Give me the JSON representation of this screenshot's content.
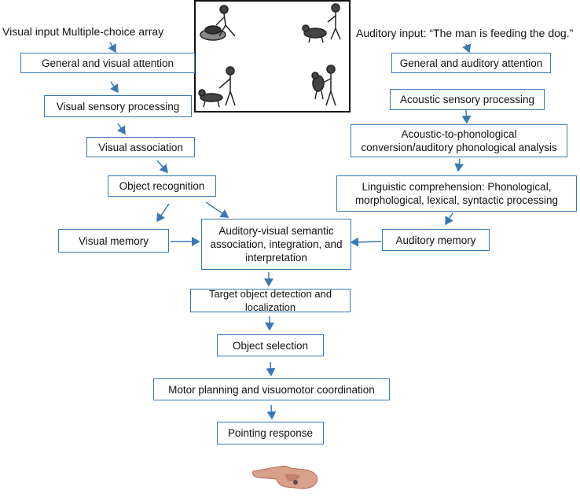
{
  "left_input_label": "Visual input Multiple-choice array",
  "right_input_label": "Auditory input: “The man is feeding the dog.”",
  "boxes": {
    "general_visual_attention": "General and visual attention",
    "visual_sensory_processing": "Visual sensory processing",
    "visual_association": "Visual association",
    "object_recognition": "Object recognition",
    "visual_memory": "Visual memory",
    "general_auditory_attention": "General and auditory attention",
    "acoustic_sensory_processing": "Acoustic sensory processing",
    "acoustic_phonological_1": "Acoustic-to-phonological",
    "acoustic_phonological_2": "conversion/auditory phonological analysis",
    "linguistic_1": "Linguistic comprehension: Phonological,",
    "linguistic_2": "morphological, lexical, syntactic processing",
    "auditory_memory": "Auditory memory",
    "integration_1": "Auditory-visual semantic",
    "integration_2": "association, integration, and",
    "integration_3": "interpretation",
    "target_detection": "Target object detection and localization",
    "object_selection": "Object selection",
    "motor_planning": "Motor planning and visuomotor coordination",
    "pointing_response": "Pointing response"
  },
  "colors": {
    "box_border": "#3a78b5",
    "arrow": "#3a78b5"
  },
  "icons": [
    "man-dog-bath-picture",
    "man-dog-feeding-picture",
    "man-walking-dog-picture",
    "man-holding-dog-picture",
    "pointing-hand-picture"
  ]
}
